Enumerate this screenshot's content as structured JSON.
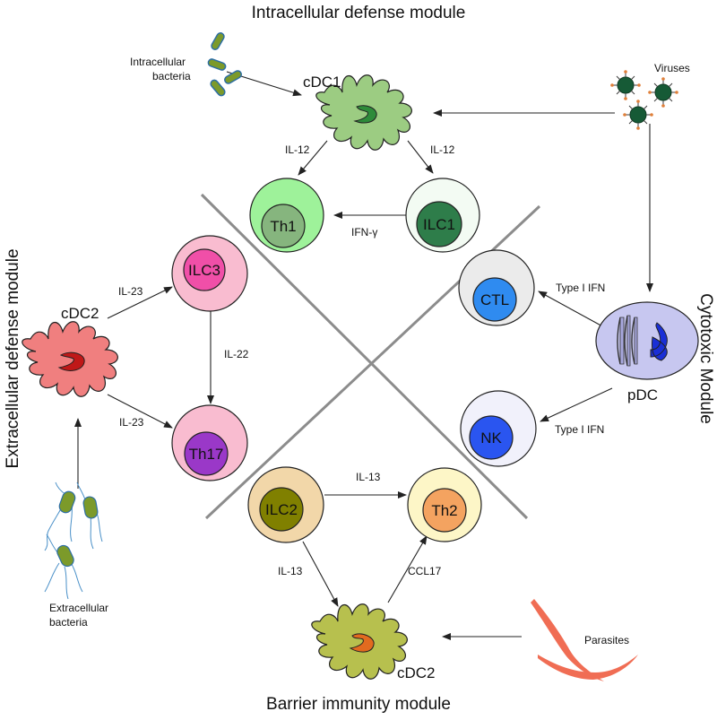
{
  "modules": {
    "top": "Intracellular defense module",
    "bottom": "Barrier immunity module",
    "left": "Extracellular defense module",
    "right": "Cytotoxic Module"
  },
  "dendritic_cells": {
    "cdc1": "cDC1",
    "cdc2_left": "cDC2",
    "cdc2_bottom": "cDC2",
    "pdc": "pDC"
  },
  "cells": {
    "th1": "Th1",
    "ilc1": "ILC1",
    "ilc3": "ILC3",
    "th17": "Th17",
    "ctl": "CTL",
    "nk": "NK",
    "ilc2": "ILC2",
    "th2": "Th2"
  },
  "pathogens": {
    "intracellular_line1": "Intracellular",
    "intracellular_line2": "bacteria",
    "viruses": "Viruses",
    "extracellular_line1": "Extracellular",
    "extracellular_line2": "bacteria",
    "parasites": "Parasites"
  },
  "signals": {
    "cdc1_th1": "IL-12",
    "cdc1_ilc1": "IL-12",
    "ilc1_th1": "IFN-γ",
    "cdc2_ilc3": "IL-23",
    "cdc2_th17": "IL-23",
    "ilc3_th17": "IL-22",
    "pdc_ctl": "Type I IFN",
    "pdc_nk": "Type I IFN",
    "ilc2_th2": "IL-13",
    "ilc2_cdc2": "IL-13",
    "cdc2_th2": "CCL17"
  },
  "colors": {
    "th1_outer": "#9ef29a",
    "th1_inner": "#86b57e",
    "ilc1_outer": "#f3fbf3",
    "ilc1_inner": "#2e7d4a",
    "ilc3_outer": "#f9bcd0",
    "ilc3_inner": "#f04fa8",
    "th17_outer": "#f9bcd0",
    "th17_inner": "#9a38c8",
    "ctl_outer": "#ebebeb",
    "ctl_inner": "#2f8bf0",
    "nk_outer": "#f1f1fb",
    "nk_inner": "#2a55f0",
    "ilc2_outer": "#f2d7a9",
    "ilc2_inner": "#808000",
    "th2_outer": "#fdf6c7",
    "th2_inner": "#f4a360",
    "cdc1_body": "#9ccc82",
    "cdc1_nucleus": "#2e8b3a",
    "cdc2_left_body": "#f07f7f",
    "cdc2_left_nucleus": "#c01818",
    "cdc2_bottom_body": "#b7c04e",
    "cdc2_bottom_nucleus": "#e26a1f",
    "pdc_body": "#c7c7f0",
    "pdc_nucleus": "#1a2fd6",
    "virus": "#165a36",
    "parasite": "#f06d54",
    "bacteria": "#7c9a2a",
    "divider": "#8c8c8c"
  }
}
